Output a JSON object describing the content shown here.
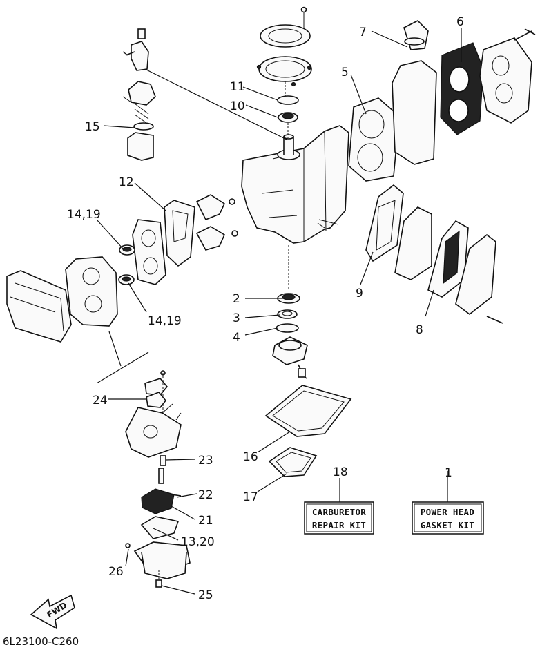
{
  "diagram": {
    "part_numbers": {
      "p1": "1",
      "p2": "2",
      "p3": "3",
      "p4": "4",
      "p5": "5",
      "p6": "6",
      "p7": "7",
      "p8": "8",
      "p9": "9",
      "p10": "10",
      "p11": "11",
      "p12": "12",
      "p13_20": "13,20",
      "p14_19_a": "14,19",
      "p14_19_b": "14,19",
      "p15": "15",
      "p16": "16",
      "p17": "17",
      "p18": "18",
      "p21": "21",
      "p22": "22",
      "p23": "23",
      "p24": "24",
      "p25": "25",
      "p26": "26"
    },
    "kits": {
      "carburetor_line1": "CARBURETOR",
      "carburetor_line2": "REPAIR KIT",
      "powerhead_line1": "POWER HEAD",
      "powerhead_line2": "GASKET KIT"
    },
    "fwd_label": "FWD",
    "document_code": "6L23100-C260"
  }
}
